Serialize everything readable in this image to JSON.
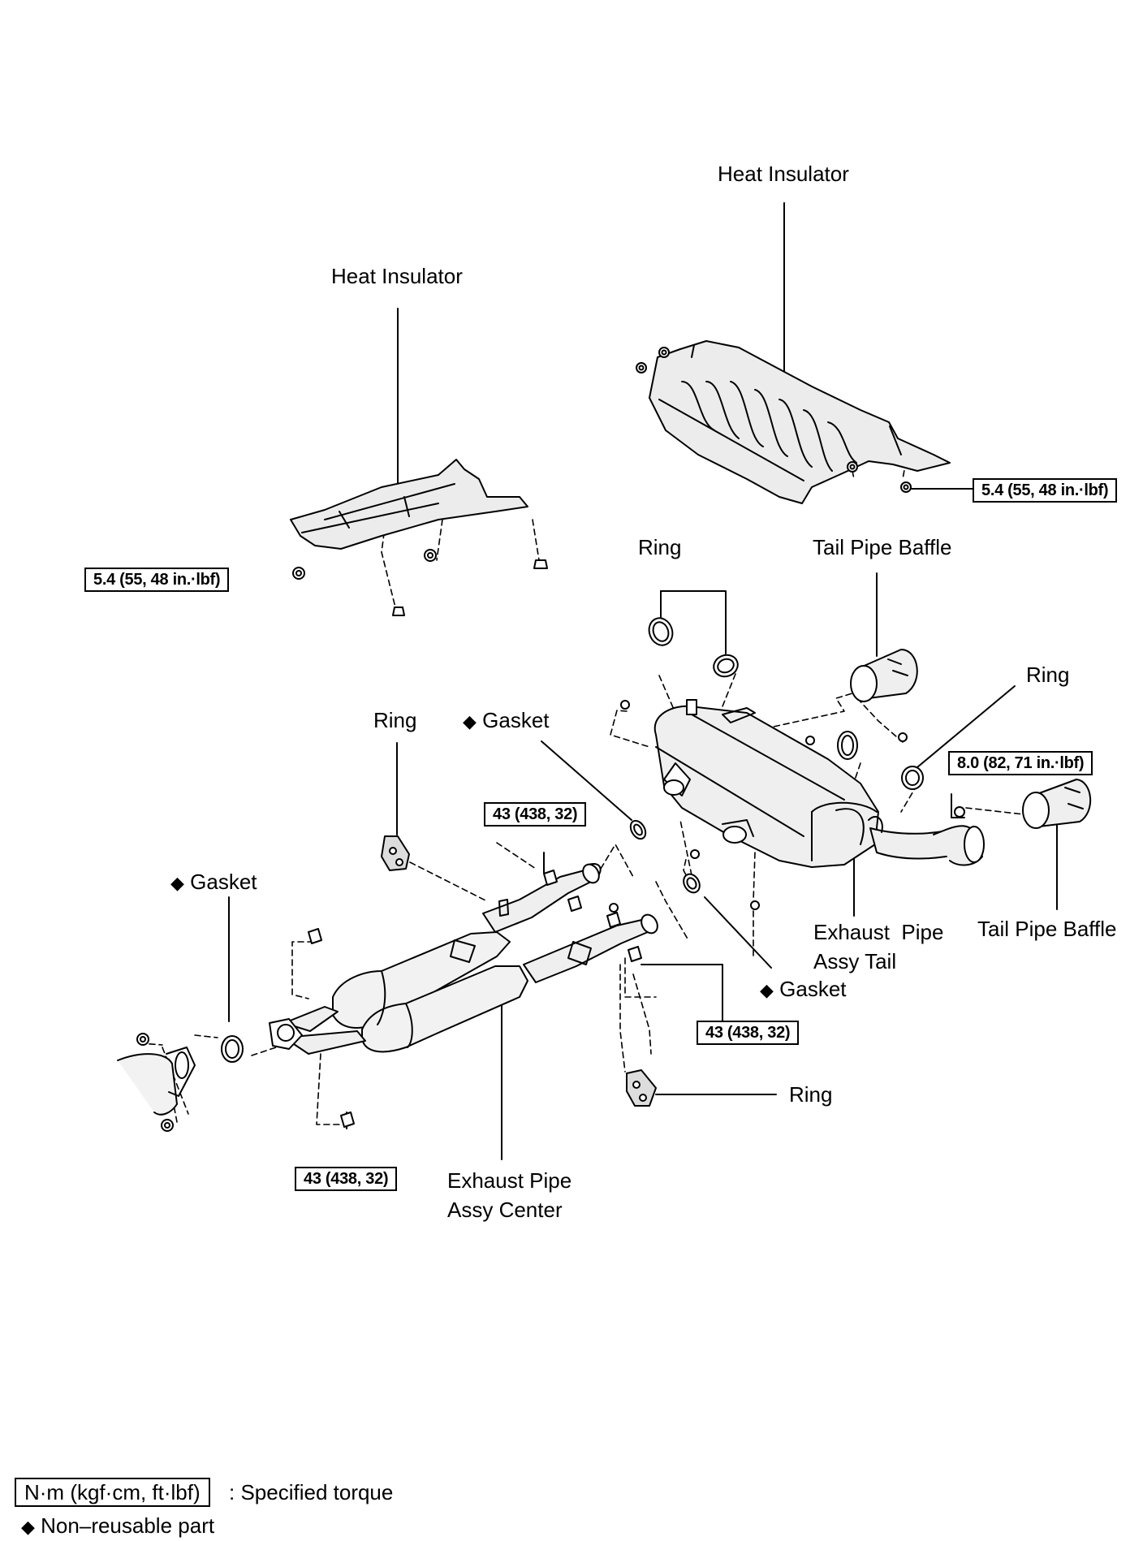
{
  "labels": {
    "heat_insulator_rear": "Heat Insulator",
    "heat_insulator_front": "Heat Insulator",
    "ring_top": "Ring",
    "tail_pipe_baffle_top": "Tail Pipe Baffle",
    "ring_right": "Ring",
    "ring_left": "Ring",
    "gasket_middle": "Gasket",
    "gasket_left": "Gasket",
    "exhaust_pipe_assy_tail_line1": "Exhaust  Pipe",
    "exhaust_pipe_assy_tail_line2": "Assy Tail",
    "tail_pipe_baffle_right": "Tail Pipe Baffle",
    "gasket_lower": "Gasket",
    "ring_bottom": "Ring",
    "exhaust_pipe_assy_center_line1": "Exhaust Pipe",
    "exhaust_pipe_assy_center_line2": "Assy Center"
  },
  "torque": {
    "heat_insulator_rear": "5.4 (55, 48 in.·lbf)",
    "heat_insulator_front": "5.4 (55, 48 in.·lbf)",
    "tail_pipe_baffle": "8.0 (82, 71 in.·lbf)",
    "center_upper": "43 (438, 32)",
    "center_right": "43 (438, 32)",
    "center_bottom": "43 (438, 32)"
  },
  "symbols": {
    "non_reusable": "◆"
  },
  "legend": {
    "torque_unit": "N·m (kgf·cm, ft·lbf)",
    "torque_desc": ": Specified torque",
    "non_reusable_desc": "Non–reusable part"
  }
}
